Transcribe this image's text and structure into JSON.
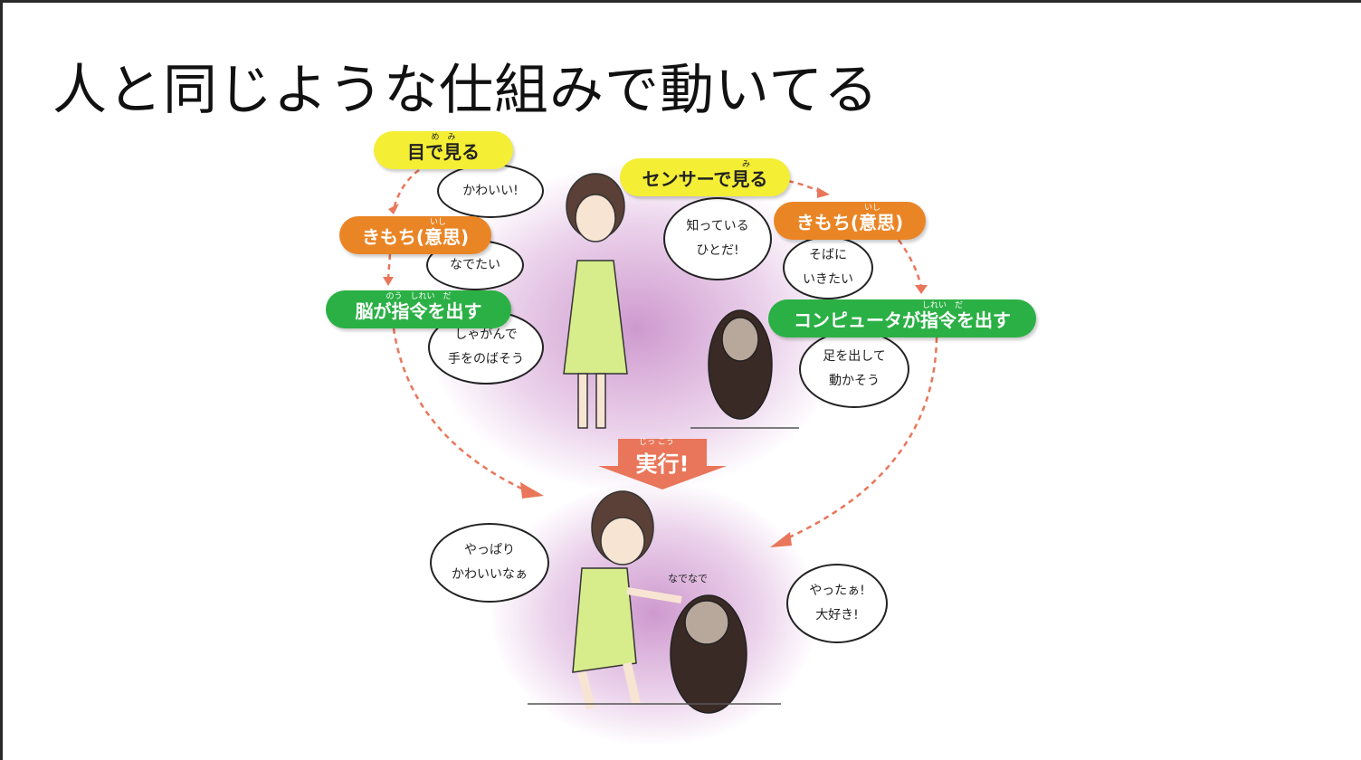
{
  "slide": {
    "title": "人と同じような仕組みで動いてる",
    "human_steps": [
      {
        "label": "目で見る",
        "ruby": "め　み"
      },
      {
        "label": "きもち(意思)",
        "ruby": "いし"
      },
      {
        "label": "脳が指令を出す",
        "ruby": "のう　しれい　だ"
      }
    ],
    "robot_steps": [
      {
        "label": "センサーで見る",
        "ruby": "み"
      },
      {
        "label": "きもち(意思)",
        "ruby": "いし"
      },
      {
        "label": "コンピュータが指令を出す",
        "ruby": "しれい　だ"
      }
    ],
    "human_thoughts": [
      "かわいい!",
      "なでたい",
      "しゃがんで\n手をのばそう"
    ],
    "robot_thoughts": [
      "知っている\nひとだ!",
      "そばに\nいきたい",
      "足を出して\n動かそう"
    ],
    "execute": {
      "label": "実行!",
      "ruby": "じっ こう"
    },
    "result_human_thought": "やっぱり\nかわいいなぁ",
    "result_robot_thought": "やったぁ!\n大好き!",
    "pat_sound": "なでなで",
    "colors": {
      "yellow": "#f4ee35",
      "orange": "#ea8526",
      "green": "#2bb045",
      "arrow": "#e9765a",
      "glow": "#c487c4"
    }
  }
}
